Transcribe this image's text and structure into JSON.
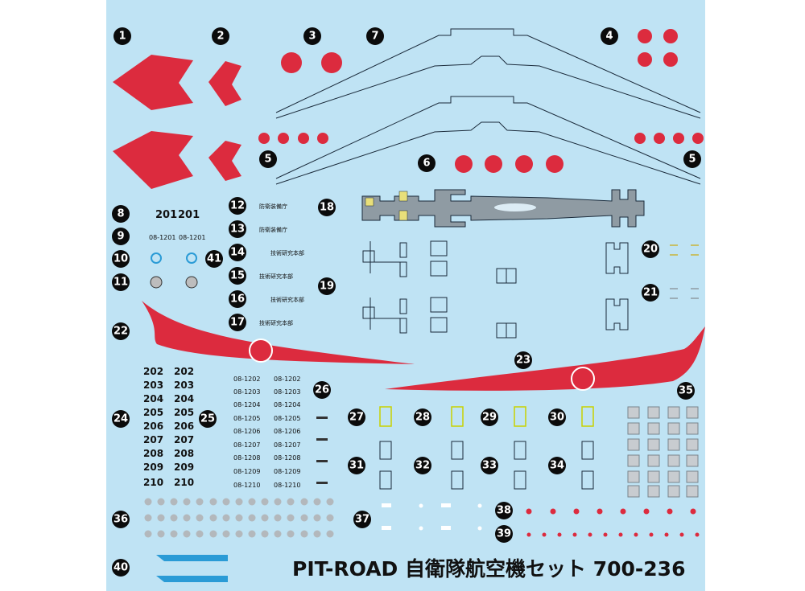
{
  "title": "PIT-ROAD 自衛隊航空機セット  700-236",
  "colors": {
    "background": "#bfe3f4",
    "red": "#dc2b3e",
    "line": "#1a2a3a",
    "gray": "#8f9ba3",
    "blue": "#2a9bd6"
  },
  "numbers": [
    "1",
    "2",
    "3",
    "7",
    "4",
    "5",
    "5",
    "6",
    "8",
    "9",
    "10",
    "11",
    "12",
    "13",
    "14",
    "15",
    "16",
    "17",
    "18",
    "19",
    "20",
    "21",
    "22",
    "23",
    "24",
    "25",
    "26",
    "27",
    "28",
    "29",
    "30",
    "31",
    "32",
    "33",
    "34",
    "35",
    "36",
    "37",
    "38",
    "39",
    "40",
    "41"
  ],
  "decals": {
    "tail_number_201": [
      "201",
      "201"
    ],
    "serial_081201": [
      "08-1201",
      "08-1201"
    ],
    "jp_labels": [
      "防衛装備庁",
      "防衛装備庁",
      "技術研究本部",
      "技術研究本部",
      "技術研究本部",
      "技術研究本部"
    ],
    "codes_col1": [
      "202",
      "203",
      "204",
      "205",
      "206",
      "207",
      "208",
      "209",
      "210"
    ],
    "codes_col2": [
      "202",
      "203",
      "204",
      "205",
      "206",
      "207",
      "208",
      "209",
      "210"
    ],
    "serials_col1": [
      "08-1202",
      "08-1203",
      "08-1204",
      "08-1205",
      "08-1206",
      "08-1207",
      "08-1208",
      "08-1209",
      "08-1210"
    ],
    "serials_col2": [
      "08-1202",
      "08-1203",
      "08-1204",
      "08-1205",
      "08-1206",
      "08-1207",
      "08-1208",
      "08-1209",
      "08-1210"
    ]
  }
}
